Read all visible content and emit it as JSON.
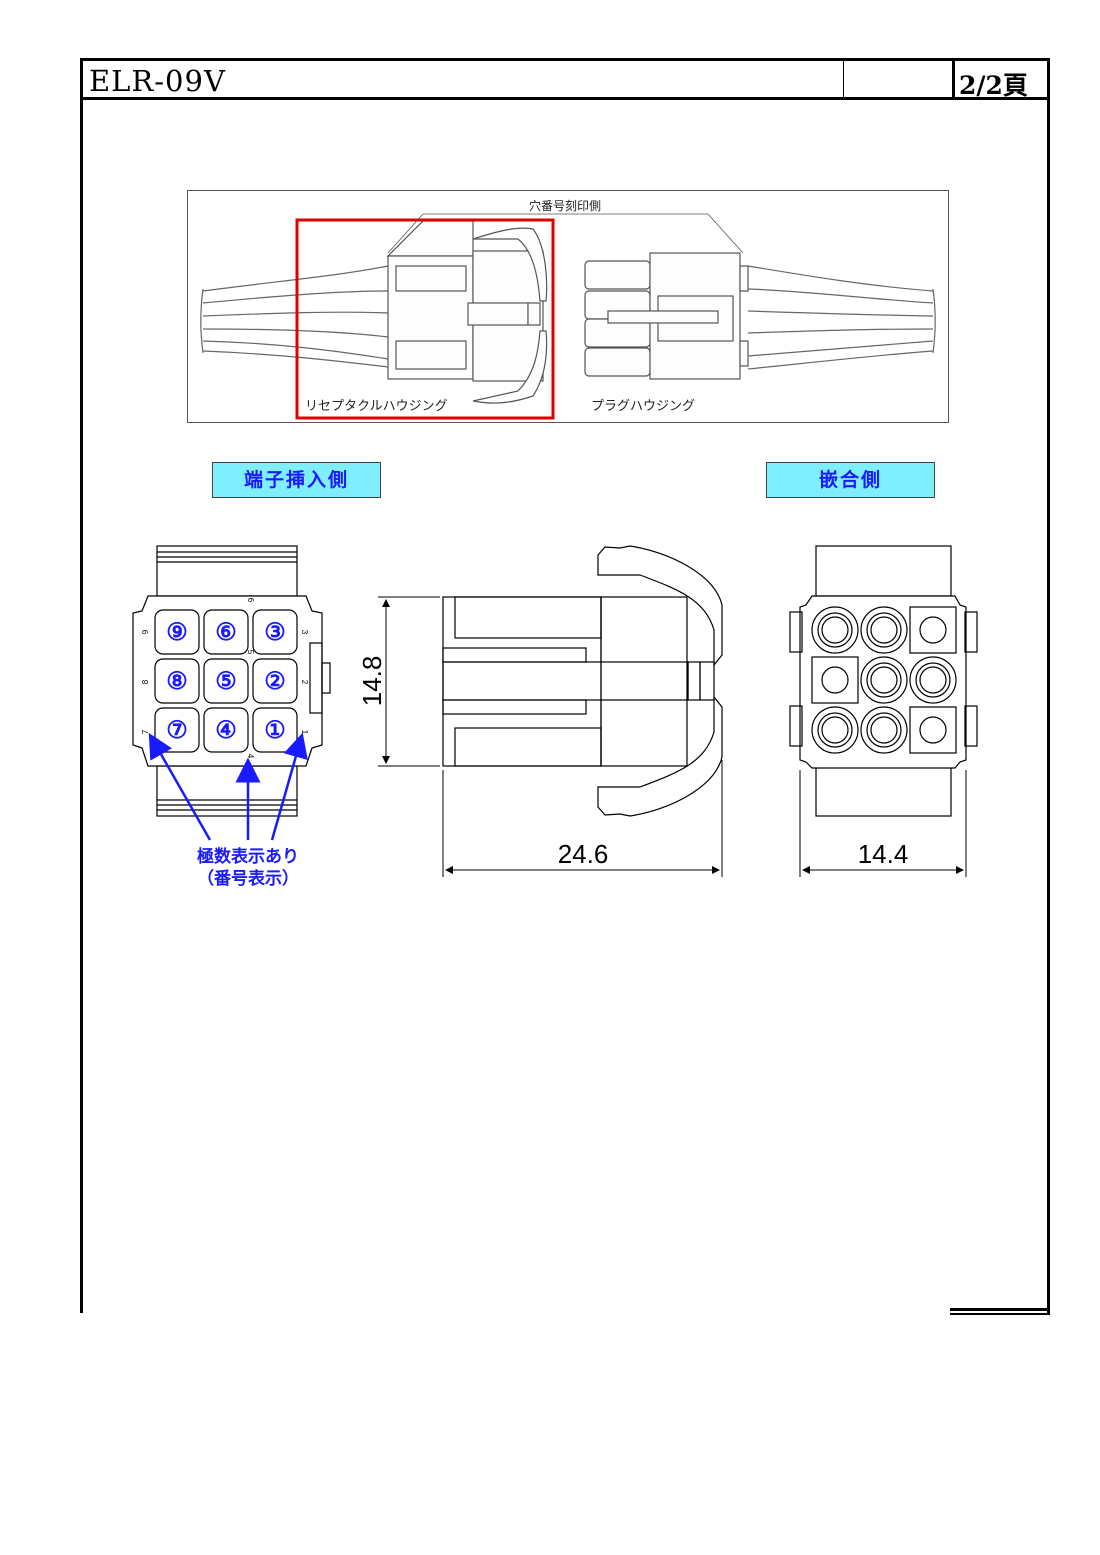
{
  "header": {
    "title": "ELR-09V",
    "page": "2/2頁"
  },
  "photo": {
    "top_label": "穴番号刻印側",
    "left_label": "リセプタクルハウジング",
    "right_label": "プラグハウジング",
    "highlight_color": "#e00000"
  },
  "tags": {
    "left": "端子挿入側",
    "right": "嵌合側",
    "bg_color": "#7fefff",
    "text_color": "#1a1aff"
  },
  "terminal_view": {
    "cavities": [
      {
        "number": "⑨"
      },
      {
        "number": "⑥"
      },
      {
        "number": "③"
      },
      {
        "number": "⑧"
      },
      {
        "number": "⑤"
      },
      {
        "number": "②"
      },
      {
        "number": "⑦"
      },
      {
        "number": "④"
      },
      {
        "number": "①"
      }
    ],
    "side_marks": [
      "9",
      "6",
      "3",
      "8",
      "5",
      "2",
      "7",
      "4",
      "1"
    ],
    "note_line1": "極数表示あり",
    "note_line2": "（番号表示）",
    "note_color": "#1a1aff"
  },
  "dimensions": {
    "height": "14.8",
    "length": "24.6",
    "width": "14.4"
  }
}
